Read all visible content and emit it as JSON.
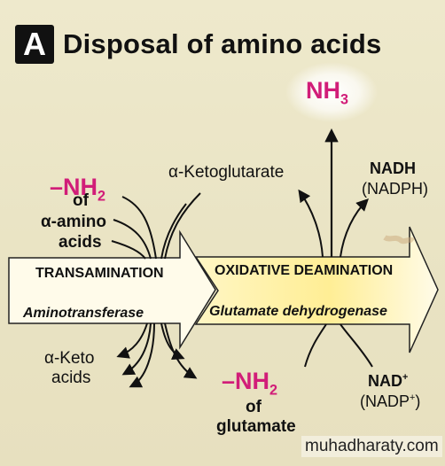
{
  "figure": {
    "badge": "A",
    "title": "Disposal of amino acids"
  },
  "labels": {
    "nh3": "NH",
    "nh3_sub": "3",
    "alpha_ketoglutarate": "α-Ketoglutarate",
    "nadh": "NADH",
    "nadph": "(NADPH)",
    "amino_group_1": "–NH",
    "amino_group_1_sub": "2",
    "of_1": "of",
    "alpha_amino": "α-amino",
    "acids_1": "acids",
    "transamination": "TRANSAMINATION",
    "aminotransferase": "Aminotransferase",
    "oxidative_deamination": "OXIDATIVE DEAMINATION",
    "glutamate_dehydrogenase": "Glutamate dehydrogenase",
    "alpha_keto": "α-Keto",
    "acids_2": "acids",
    "amino_group_2": "–NH",
    "amino_group_2_sub": "2",
    "of_2": "of",
    "glutamate": "glutamate",
    "nad": "NAD",
    "nad_sup": "+",
    "nadp": "(NADP",
    "nadp_sup": "+",
    "nadp_close": ")"
  },
  "watermark": "muhadharaty.com",
  "colors": {
    "background": "#ece7c9",
    "amino_group": "#d11d78",
    "arrow_1_fill": "#fffbea",
    "arrow_2_fill": "#ffef9a",
    "text": "#111111"
  }
}
